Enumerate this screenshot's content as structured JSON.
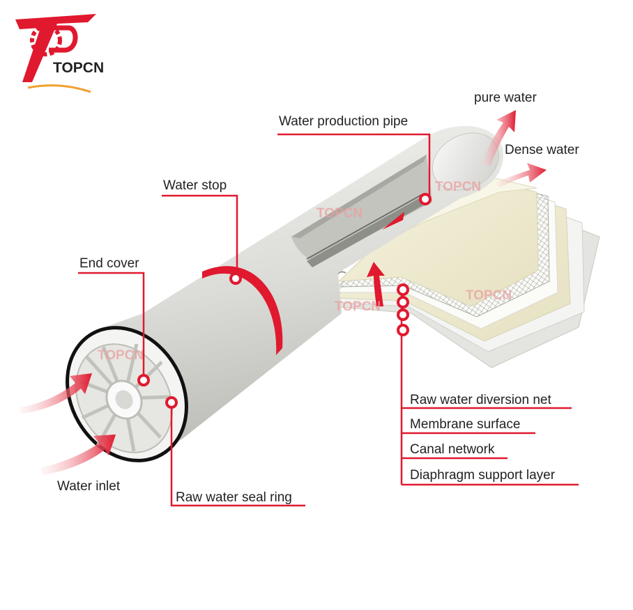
{
  "brand": {
    "name": "TOPCN"
  },
  "watermark": "TOPCN",
  "labels": {
    "pure_water": "pure water",
    "dense_water": "Dense water",
    "water_production_pipe": "Water production pipe",
    "water_stop": "Water stop",
    "end_cover": "End cover",
    "water_inlet": "Water inlet",
    "raw_water_seal_ring": "Raw water seal ring",
    "raw_water_diversion_net": "Raw water diversion net",
    "membrane_surface": "Membrane surface",
    "canal_network": "Canal network",
    "diaphragm_support_layer": "Diaphragm support layer"
  },
  "colors": {
    "accent": "#e0192f",
    "leader": "#e0192f",
    "body": "#dcdcd8",
    "membrane": "#f1edd2"
  },
  "icons": {
    "logo": "topcn-logo-icon",
    "flow_arrow": "flow-arrow-icon"
  }
}
